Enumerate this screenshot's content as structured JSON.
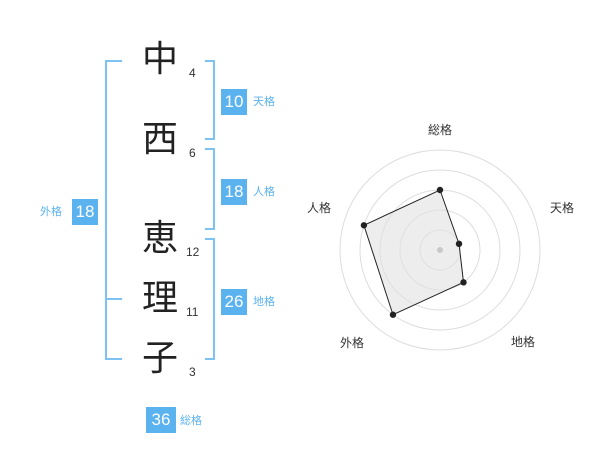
{
  "name_chars": [
    {
      "char": "中",
      "strokes": "4"
    },
    {
      "char": "西",
      "strokes": "6"
    },
    {
      "char": "恵",
      "strokes": "12"
    },
    {
      "char": "理",
      "strokes": "11"
    },
    {
      "char": "子",
      "strokes": "3"
    }
  ],
  "kakusu": {
    "tenkaku": {
      "label": "天格",
      "value": "10"
    },
    "jinkaku": {
      "label": "人格",
      "value": "18"
    },
    "chikaku": {
      "label": "地格",
      "value": "26"
    },
    "gaikaku": {
      "label": "外格",
      "value": "18"
    },
    "soukaku": {
      "label": "総格",
      "value": "36"
    }
  },
  "colors": {
    "accent": "#5ab2ef",
    "bracket": "#7cc2f2",
    "radar_fill": "#eeeeee",
    "radar_grid": "#dddddd"
  },
  "chart_data": {
    "type": "radar",
    "axes": [
      "総格",
      "天格",
      "地格",
      "外格",
      "人格"
    ],
    "max": 5,
    "values": [
      3,
      1,
      2,
      4,
      4
    ]
  }
}
